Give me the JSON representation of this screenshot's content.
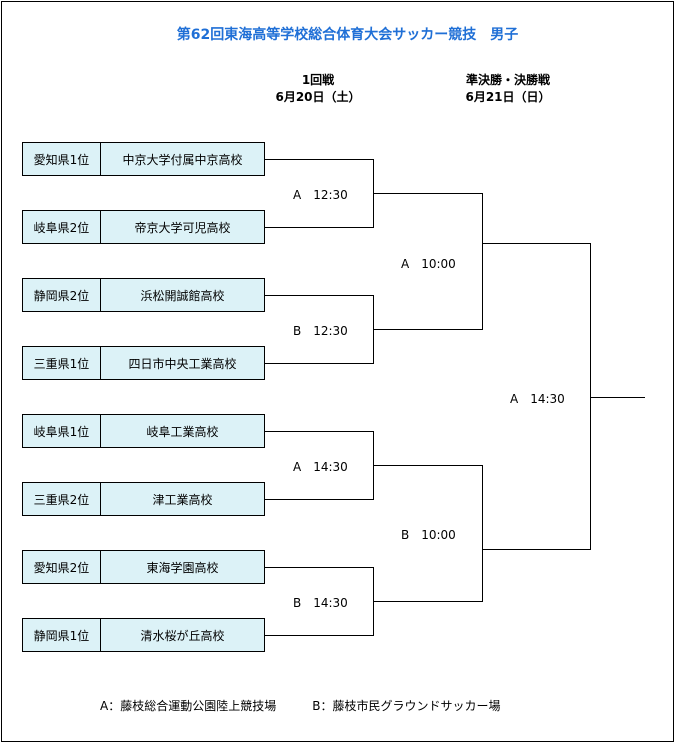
{
  "title": "第62回東海高等学校総合体育大会サッカー競技　男子",
  "rounds": [
    {
      "name": "1回戦",
      "date": "6月20日（土）"
    },
    {
      "name": "準決勝・決勝戦",
      "date": "6月21日（日）"
    }
  ],
  "teams": [
    {
      "seed": "愛知県1位",
      "school": "中京大学付属中京高校"
    },
    {
      "seed": "岐阜県2位",
      "school": "帝京大学可児高校"
    },
    {
      "seed": "静岡県2位",
      "school": "浜松開誠館高校"
    },
    {
      "seed": "三重県1位",
      "school": "四日市中央工業高校"
    },
    {
      "seed": "岐阜県1位",
      "school": "岐阜工業高校"
    },
    {
      "seed": "三重県2位",
      "school": "津工業高校"
    },
    {
      "seed": "愛知県2位",
      "school": "東海学園高校"
    },
    {
      "seed": "静岡県1位",
      "school": "清水桜が丘高校"
    }
  ],
  "matches": {
    "r1": [
      "A　12:30",
      "B　12:30",
      "A　14:30",
      "B　14:30"
    ],
    "sf": [
      "A　10:00",
      "B　10:00"
    ],
    "final": "A　14:30"
  },
  "legend": "A：藤枝総合運動公園陸上競技場　　　B：藤枝市民グラウンドサッカー場"
}
